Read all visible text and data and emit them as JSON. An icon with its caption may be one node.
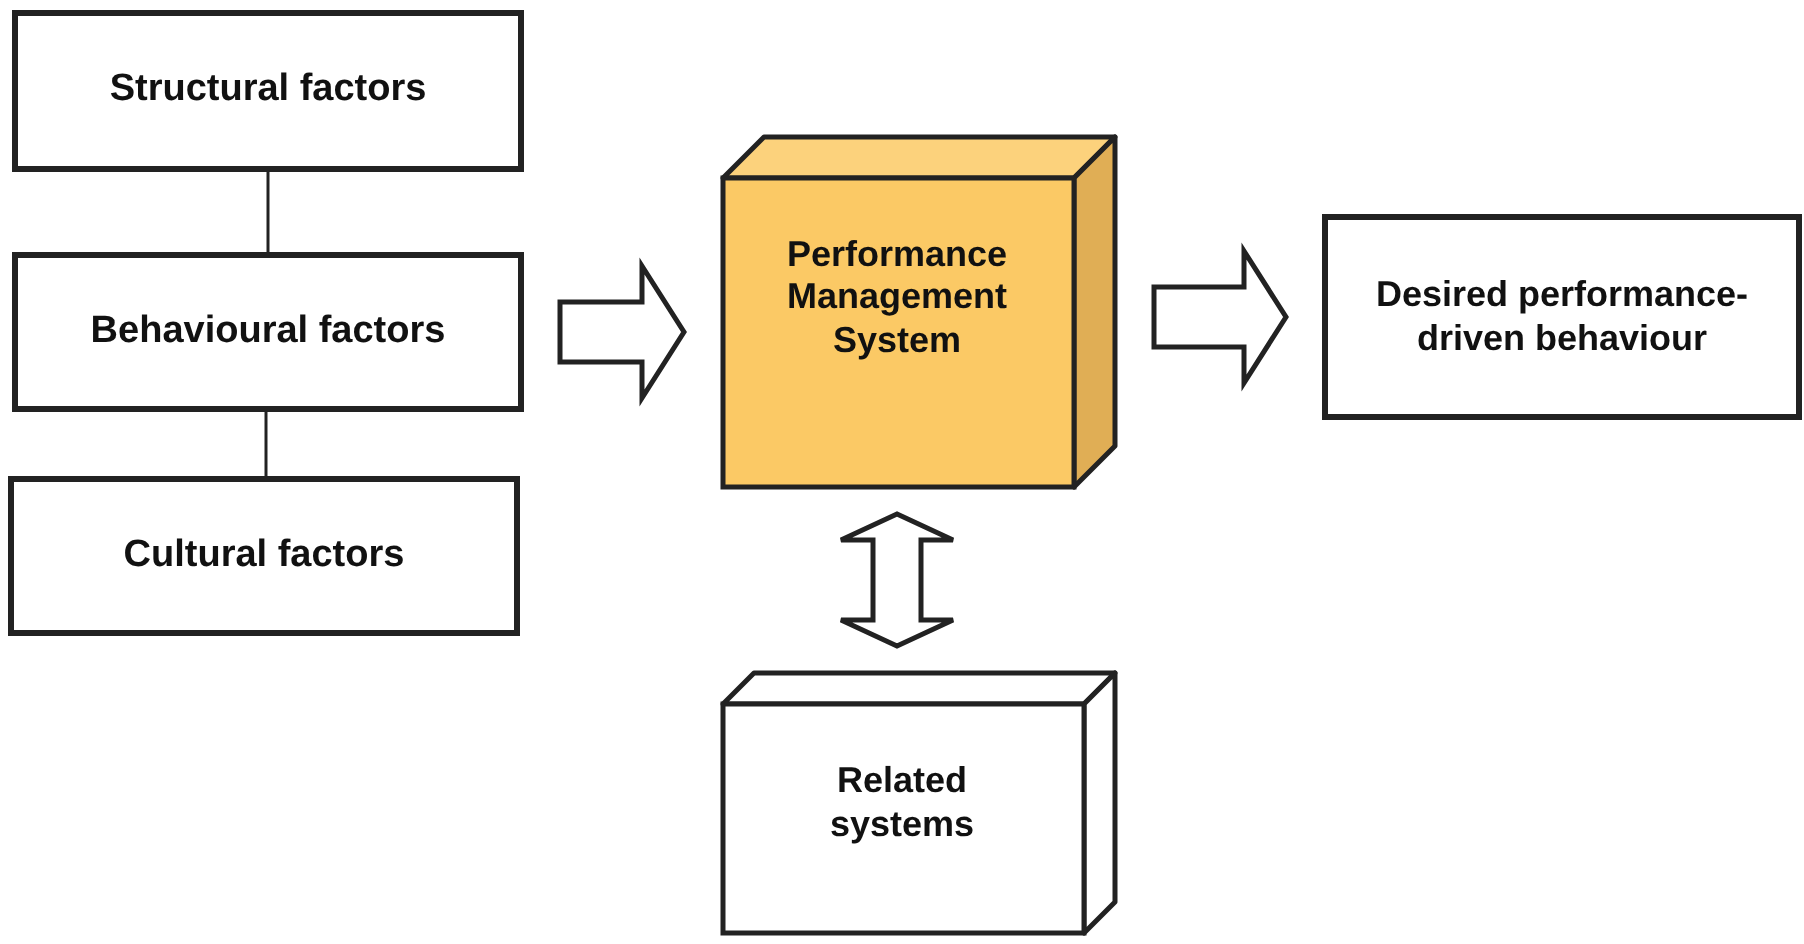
{
  "diagram": {
    "nodes": [
      {
        "text": [
          "Structural factors"
        ]
      },
      {
        "text": [
          "Behavioural factors"
        ]
      },
      {
        "text": [
          "Cultural factors"
        ]
      },
      {
        "text": [
          "Performance Management System"
        ]
      },
      {
        "text": [
          "Desired performance-driven behaviour"
        ]
      },
      {
        "text": [
          "Related systems"
        ]
      }
    ],
    "edges": [
      {
        "from": 0,
        "to": 1,
        "arrow": "none"
      },
      {
        "from": 1,
        "to": 2,
        "arrow": "none"
      },
      {
        "from": 1,
        "to": 3,
        "arrow": "to",
        "style": "thick"
      },
      {
        "from": 3,
        "to": 4,
        "arrow": "to",
        "style": "thick"
      },
      {
        "from": 3,
        "to": 5,
        "arrow": "both",
        "style": "thick"
      }
    ]
  }
}
